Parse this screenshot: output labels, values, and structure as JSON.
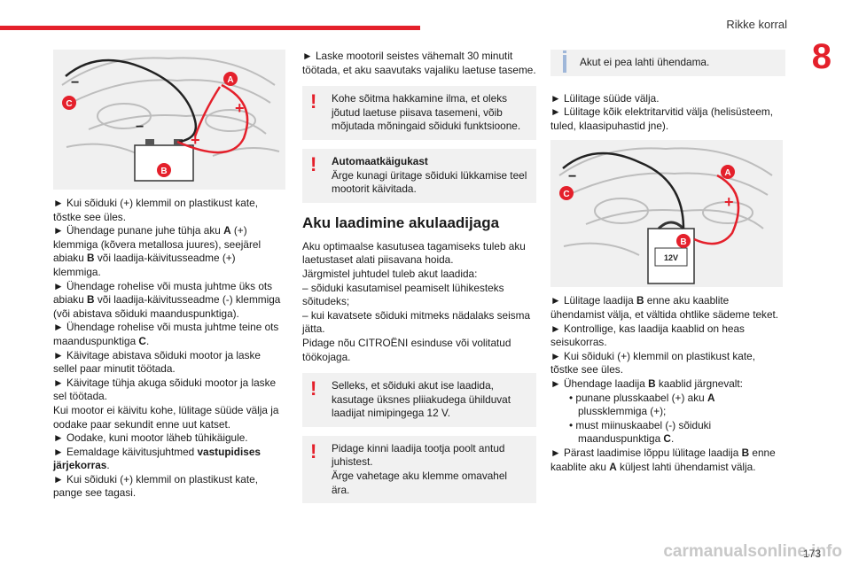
{
  "header": {
    "section_title": "Rikke korral",
    "chapter": "8",
    "page_number": "173"
  },
  "watermark": "carmanualsonline.info",
  "figure1": {
    "labels": {
      "a": "A",
      "b": "B",
      "c": "C",
      "plus": "+",
      "minus": "−"
    }
  },
  "figure2": {
    "labels": {
      "a": "A",
      "b": "B",
      "c": "C",
      "plus": "+",
      "minus": "−",
      "voltage": "12V"
    }
  },
  "col1": {
    "p1": "► Kui sõiduki (+) klemmil on plastikust kate, tõstke see üles.",
    "p2_pre": "► Ühendage punane juhe tühja aku ",
    "p2_b1": "A",
    "p2_mid": " (+) klemmiga (kõvera metallosa juures), seejärel abiaku ",
    "p2_b2": "B",
    "p2_post": " või laadija-käivitusseadme (+) klemmiga.",
    "p3_pre": "► Ühendage rohelise või musta juhtme üks ots abiaku ",
    "p3_b": "B",
    "p3_post": " või laadija-käivitusseadme (-) klemmiga (või abistava sõiduki maanduspunktiga).",
    "p4_pre": "► Ühendage rohelise või musta juhtme teine ots maanduspunktiga ",
    "p4_b": "C",
    "p4_post": ".",
    "p5": "► Käivitage abistava sõiduki mootor ja laske sellel paar minutit töötada.",
    "p6": "► Käivitage tühja akuga sõiduki mootor ja laske sel töötada.",
    "p7": "Kui mootor ei käivitu kohe, lülitage süüde välja ja oodake paar sekundit enne uut katset.",
    "p8": "► Oodake, kuni mootor läheb tühikäigule.",
    "p9_pre": "► Eemaldage käivitusjuhtmed ",
    "p9_b": "vastupidises järjekorras",
    "p9_post": ".",
    "p10": "► Kui sõiduki (+) klemmil on plastikust kate, pange see tagasi."
  },
  "col2": {
    "p1": "► Laske mootoril seistes vähemalt 30 minutit töötada, et aku saavutaks vajaliku laetuse taseme.",
    "warn1": "Kohe sõitma hakkamine ilma, et oleks jõutud laetuse piisava tasemeni, võib mõjutada mõningaid sõiduki funktsioone.",
    "warn2_title": "Automaatkäigukast",
    "warn2_text": "Ärge kunagi üritage sõiduki lükkamise teel mootorit käivitada.",
    "heading": "Aku laadimine akulaadijaga",
    "p2": "Aku optimaalse kasutusea tagamiseks tuleb aku laetustaset alati piisavana hoida.",
    "p3": "Järgmistel juhtudel tuleb akut laadida:",
    "p4": "– sõiduki kasutamisel peamiselt lühikesteks sõitudeks;",
    "p5": "– kui kavatsete sõiduki mitmeks nädalaks seisma jätta.",
    "p6": "Pidage nõu CITROËNI esinduse või volitatud töökojaga.",
    "warn3": "Selleks, et sõiduki akut ise laadida, kasutage üksnes pliiakudega ühilduvat laadijat nimipingega 12 V.",
    "warn4_a": "Pidage kinni laadija tootja poolt antud juhistest.",
    "warn4_b": "Ärge vahetage aku klemme omavahel ära."
  },
  "col3": {
    "info1": "Akut ei pea lahti ühendama.",
    "p1": "► Lülitage süüde välja.",
    "p2": "► Lülitage kõik elektritarvitid välja (helisüsteem, tuled, klaasipuhastid jne).",
    "p3_pre": "► Lülitage laadija ",
    "p3_b": "B",
    "p3_post": " enne aku kaablite ühendamist välja, et vältida ohtlike sädeme teket.",
    "p4": "► Kontrollige, kas laadija kaablid on heas seisukorras.",
    "p5": "► Kui sõiduki (+) klemmil on plastikust kate, tõstke see üles.",
    "p6_pre": "► Ühendage laadija ",
    "p6_b": "B",
    "p6_post": " kaablid järgnevalt:",
    "p7_pre": "• punane plusskaabel (+) aku ",
    "p7_b": "A",
    "p7_post": " plussklemmiga (+);",
    "p8_pre": "• must miinuskaabel (-) sõiduki maanduspunktiga ",
    "p8_b": "C",
    "p8_post": ".",
    "p9_pre": "► Pärast laadimise lõppu lülitage laadija ",
    "p9_b": "B",
    "p9_mid": " enne kaablite aku ",
    "p9_b2": "A",
    "p9_post": " küljest lahti ühendamist välja."
  }
}
